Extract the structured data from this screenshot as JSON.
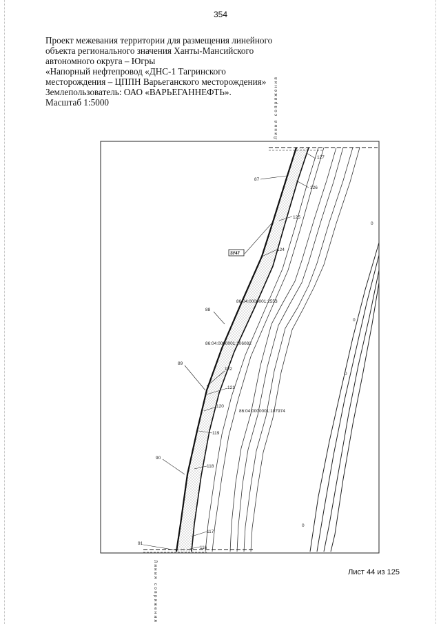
{
  "page_number": "354",
  "header": {
    "line1": "Проект межевания территории для размещения линейного объекта регионального значения Ханты-Мансийского автономного округа – Югры",
    "line2": "«Напорный нефтепровод «ДНС-1 Тагринского месторождения – ЦППН Варьеганского месторождения»",
    "line3": "Землепользователь: ОАО «ВАРЬЕГАННЕФТЬ».",
    "line4": "Масштаб 1:5000"
  },
  "map": {
    "edge_label_top": "Линия сопряжения",
    "edge_label_bottom": "Линия сопряжения",
    "zone_label": "ЗУ47",
    "parcels": [
      "86:04:0000001:2553",
      "86:04:0000001:106082",
      "86:04:0000001:107974"
    ],
    "points": [
      "127",
      "126",
      "125",
      "124",
      "122",
      "121",
      "120",
      "119",
      "118",
      "117",
      "116"
    ],
    "boundary_points": [
      "87",
      "88",
      "89",
      "90",
      "91"
    ],
    "marks": [
      "0",
      "0",
      "0",
      "0"
    ]
  },
  "footer": {
    "sheet": "Лист 44 из 125"
  }
}
